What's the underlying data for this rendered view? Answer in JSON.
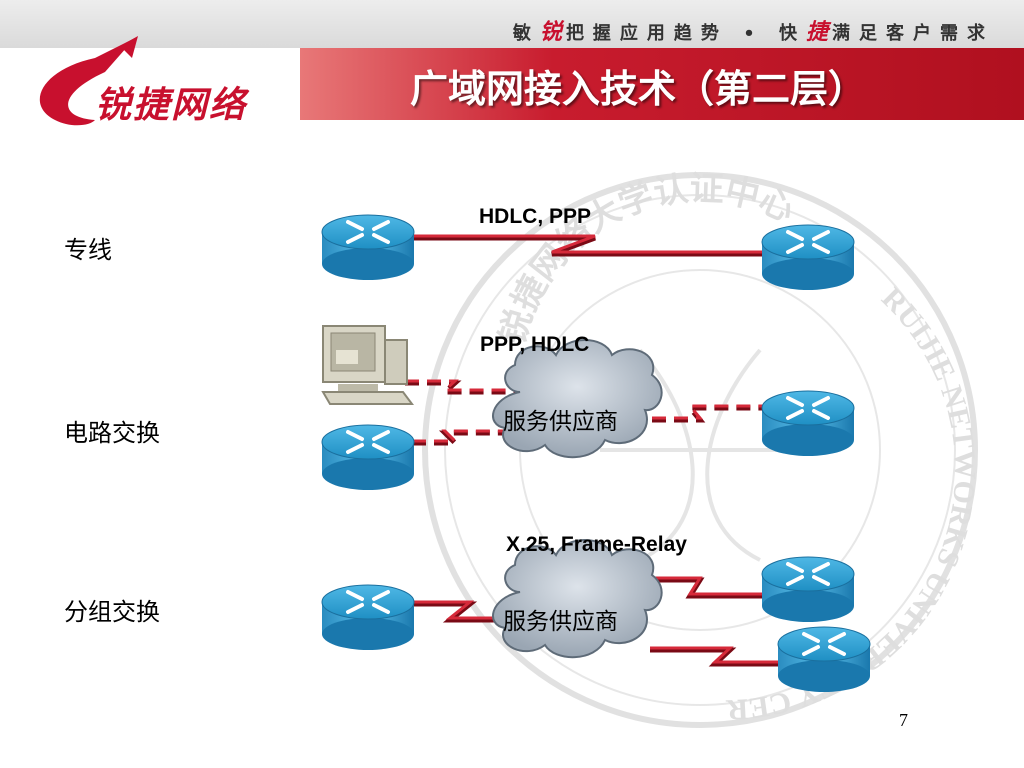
{
  "header": {
    "slogan_part1": "敏",
    "slogan_hl1": "锐",
    "slogan_part2": "把握应用趋势 • 快",
    "slogan_hl2": "捷",
    "slogan_part3": "满足客户需求"
  },
  "logo": {
    "text": "锐捷网络"
  },
  "title": "广域网接入技术（第二层）",
  "rows": [
    {
      "label": "专线",
      "protocols": "HDLC, PPP"
    },
    {
      "label": "电路交换",
      "protocols": "PPP, HDLC",
      "cloud": "服务供应商"
    },
    {
      "label": "分组交换",
      "protocols": "X.25, Frame-Relay",
      "cloud": "服务供应商"
    }
  ],
  "watermark": {
    "top_text": "锐捷网络大学认证中心",
    "side_text": "RUIJIE NETWORKS UNIVERSITY CERTIFIED CENTER"
  },
  "page_number": "7",
  "colors": {
    "brand_red": "#c8102e",
    "router_blue": "#1f8fc4",
    "link_red": "#c8102e"
  }
}
